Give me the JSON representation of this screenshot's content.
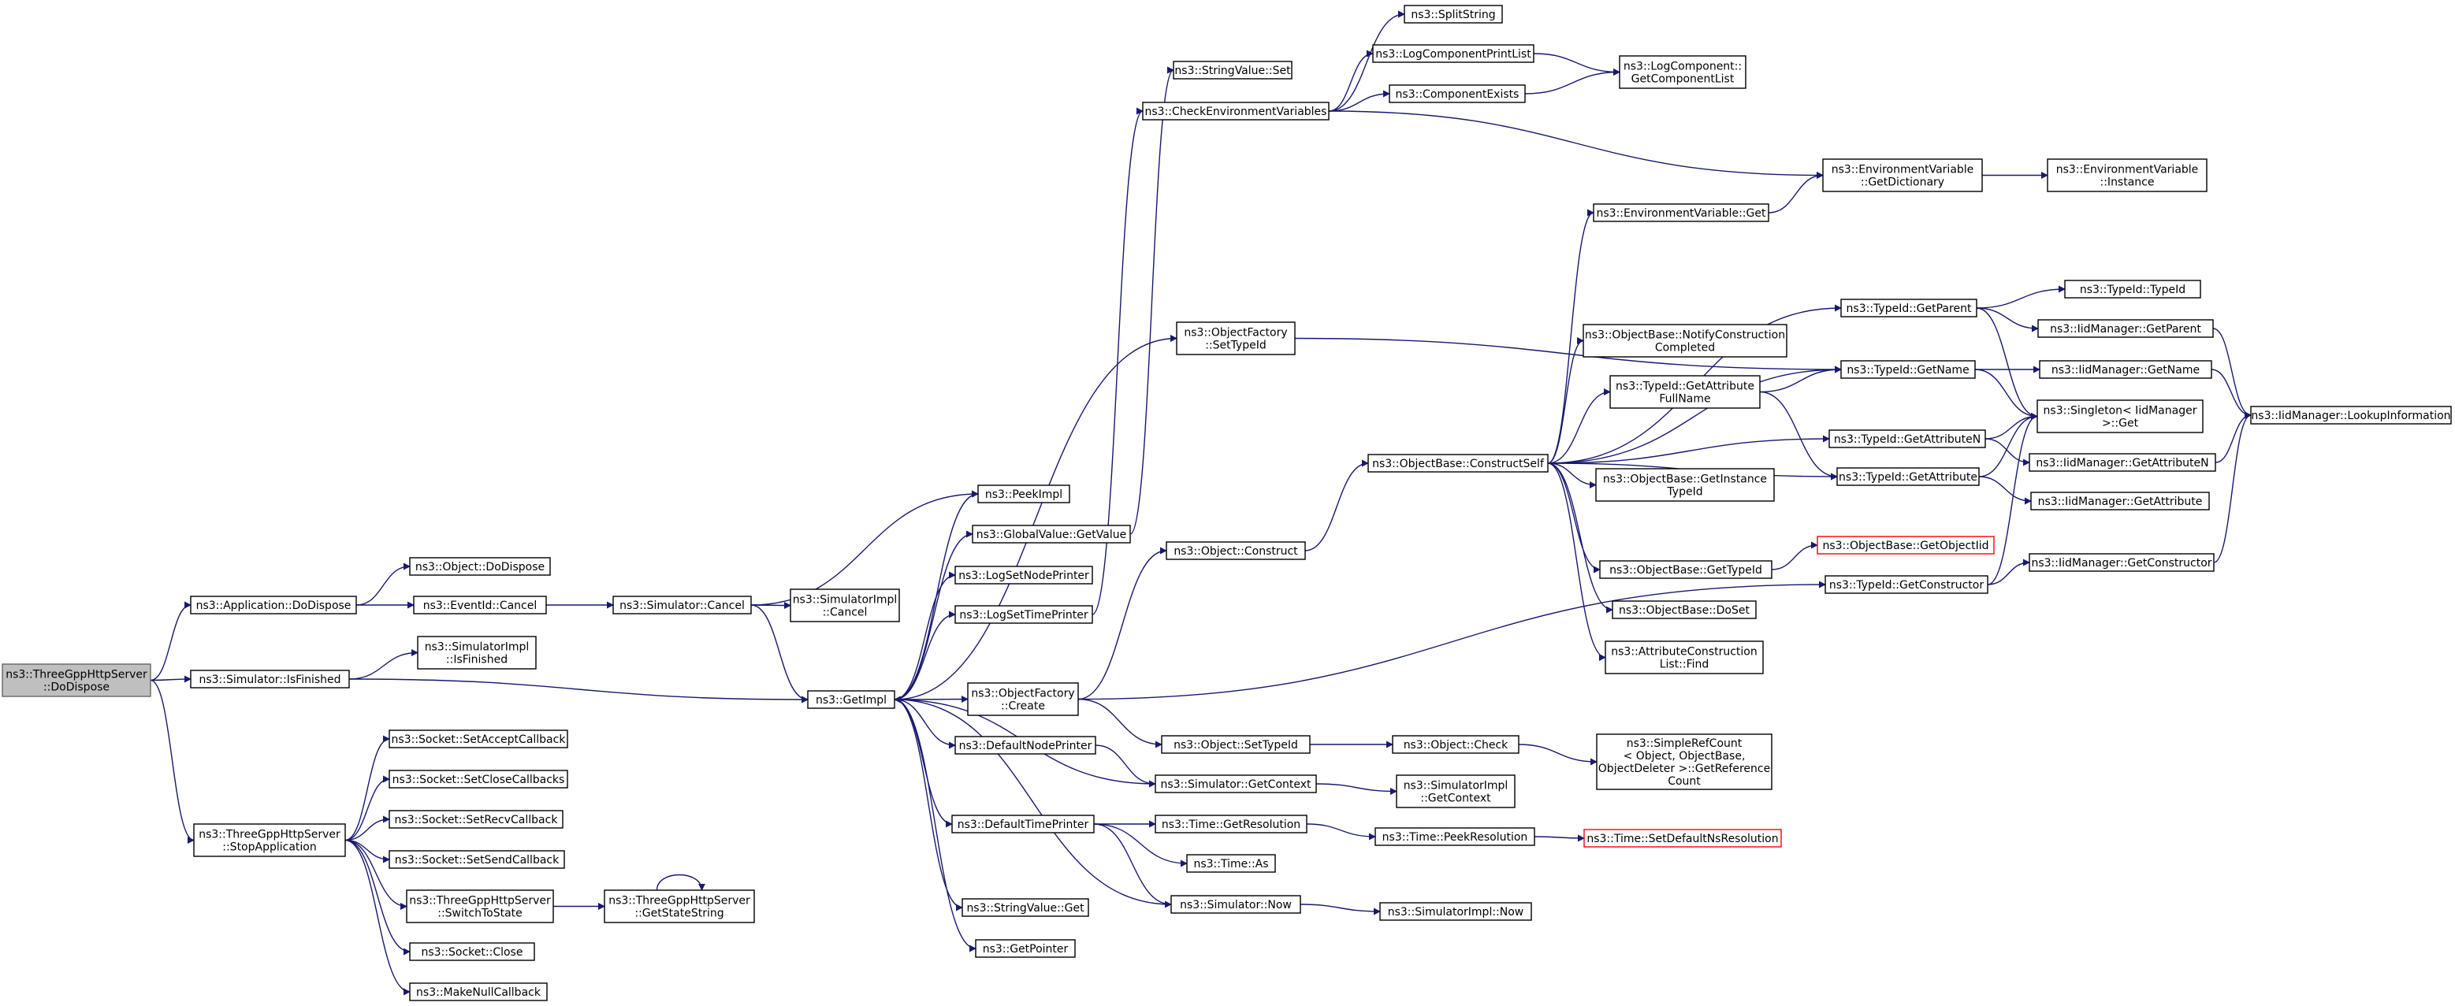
{
  "colors": {
    "edge": "#191970",
    "root_fill": "#bfbfbf",
    "missing_border": "#ff0000"
  },
  "nodes": [
    {
      "id": "root",
      "lines": [
        "ns3::ThreeGppHttpServer",
        "::DoDispose"
      ]
    },
    {
      "id": "appDoDispose",
      "lines": [
        "ns3::Application::DoDispose"
      ]
    },
    {
      "id": "objDoDispose",
      "lines": [
        "ns3::Object::DoDispose"
      ]
    },
    {
      "id": "eventCancel",
      "lines": [
        "ns3::EventId::Cancel"
      ]
    },
    {
      "id": "simCancel",
      "lines": [
        "ns3::Simulator::Cancel"
      ]
    },
    {
      "id": "simImplCancel",
      "lines": [
        "ns3::SimulatorImpl",
        "::Cancel"
      ]
    },
    {
      "id": "simIsFinished",
      "lines": [
        "ns3::Simulator::IsFinished"
      ]
    },
    {
      "id": "simImplIsFinished",
      "lines": [
        "ns3::SimulatorImpl",
        "::IsFinished"
      ]
    },
    {
      "id": "getImpl",
      "lines": [
        "ns3::GetImpl"
      ]
    },
    {
      "id": "stopApp",
      "lines": [
        "ns3::ThreeGppHttpServer",
        "::StopApplication"
      ]
    },
    {
      "id": "sockAccept",
      "lines": [
        "ns3::Socket::SetAcceptCallback"
      ]
    },
    {
      "id": "sockClose",
      "lines": [
        "ns3::Socket::SetCloseCallbacks"
      ]
    },
    {
      "id": "sockRecv",
      "lines": [
        "ns3::Socket::SetRecvCallback"
      ]
    },
    {
      "id": "sockSend",
      "lines": [
        "ns3::Socket::SetSendCallback"
      ]
    },
    {
      "id": "switchState",
      "lines": [
        "ns3::ThreeGppHttpServer",
        "::SwitchToState"
      ]
    },
    {
      "id": "getStateStr",
      "lines": [
        "ns3::ThreeGppHttpServer",
        "::GetStateString"
      ]
    },
    {
      "id": "socketClose",
      "lines": [
        "ns3::Socket::Close"
      ]
    },
    {
      "id": "makeNull",
      "lines": [
        "ns3::MakeNullCallback"
      ]
    },
    {
      "id": "peekImpl",
      "lines": [
        "ns3::PeekImpl"
      ]
    },
    {
      "id": "gvGetValue",
      "lines": [
        "ns3::GlobalValue::GetValue"
      ]
    },
    {
      "id": "logSetNode",
      "lines": [
        "ns3::LogSetNodePrinter"
      ]
    },
    {
      "id": "logSetTime",
      "lines": [
        "ns3::LogSetTimePrinter"
      ]
    },
    {
      "id": "ofCreate",
      "lines": [
        "ns3::ObjectFactory",
        "::Create"
      ]
    },
    {
      "id": "defNodePrinter",
      "lines": [
        "ns3::DefaultNodePrinter"
      ]
    },
    {
      "id": "defTimePrinter",
      "lines": [
        "ns3::DefaultTimePrinter"
      ]
    },
    {
      "id": "svGet",
      "lines": [
        "ns3::StringValue::Get"
      ]
    },
    {
      "id": "getPointer",
      "lines": [
        "ns3::GetPointer"
      ]
    },
    {
      "id": "svSet",
      "lines": [
        "ns3::StringValue::Set"
      ]
    },
    {
      "id": "checkEnv",
      "lines": [
        "ns3::CheckEnvironmentVariables"
      ]
    },
    {
      "id": "ofSetTypeId",
      "lines": [
        "ns3::ObjectFactory",
        "::SetTypeId"
      ]
    },
    {
      "id": "objConstruct",
      "lines": [
        "ns3::Object::Construct"
      ]
    },
    {
      "id": "objSetTypeId",
      "lines": [
        "ns3::Object::SetTypeId"
      ]
    },
    {
      "id": "simGetContext",
      "lines": [
        "ns3::Simulator::GetContext"
      ]
    },
    {
      "id": "timeGetRes",
      "lines": [
        "ns3::Time::GetResolution"
      ]
    },
    {
      "id": "timeAs",
      "lines": [
        "ns3::Time::As"
      ]
    },
    {
      "id": "simNow",
      "lines": [
        "ns3::Simulator::Now"
      ]
    },
    {
      "id": "splitString",
      "lines": [
        "ns3::SplitString"
      ]
    },
    {
      "id": "logCompPrint",
      "lines": [
        "ns3::LogComponentPrintList"
      ]
    },
    {
      "id": "compExists",
      "lines": [
        "ns3::ComponentExists"
      ]
    },
    {
      "id": "getCompList",
      "lines": [
        "ns3::LogComponent::",
        "GetComponentList"
      ]
    },
    {
      "id": "obConstructSelf",
      "lines": [
        "ns3::ObjectBase::ConstructSelf"
      ]
    },
    {
      "id": "envGet",
      "lines": [
        "ns3::EnvironmentVariable::Get"
      ]
    },
    {
      "id": "obNotify",
      "lines": [
        "ns3::ObjectBase::NotifyConstruction",
        "Completed"
      ]
    },
    {
      "id": "tidGetAttrFull",
      "lines": [
        "ns3::TypeId::GetAttribute",
        "FullName"
      ]
    },
    {
      "id": "obGetInstTid",
      "lines": [
        "ns3::ObjectBase::GetInstance",
        "TypeId"
      ]
    },
    {
      "id": "obGetTypeId",
      "lines": [
        "ns3::ObjectBase::GetTypeId"
      ]
    },
    {
      "id": "obDoSet",
      "lines": [
        "ns3::ObjectBase::DoSet"
      ]
    },
    {
      "id": "attrConstrFind",
      "lines": [
        "ns3::AttributeConstruction",
        "List::Find"
      ]
    },
    {
      "id": "objCheck",
      "lines": [
        "ns3::Object::Check"
      ]
    },
    {
      "id": "simImplGetContext",
      "lines": [
        "ns3::SimulatorImpl",
        "::GetContext"
      ]
    },
    {
      "id": "timePeekRes",
      "lines": [
        "ns3::Time::PeekResolution"
      ]
    },
    {
      "id": "simImplNow",
      "lines": [
        "ns3::SimulatorImpl::Now"
      ]
    },
    {
      "id": "envGetDict",
      "lines": [
        "ns3::EnvironmentVariable",
        "::GetDictionary"
      ]
    },
    {
      "id": "envInstance",
      "lines": [
        "ns3::EnvironmentVariable",
        "::Instance"
      ]
    },
    {
      "id": "tidGetParent",
      "lines": [
        "ns3::TypeId::GetParent"
      ]
    },
    {
      "id": "tidGetName",
      "lines": [
        "ns3::TypeId::GetName"
      ]
    },
    {
      "id": "tidGetAttrN",
      "lines": [
        "ns3::TypeId::GetAttributeN"
      ]
    },
    {
      "id": "tidGetAttr",
      "lines": [
        "ns3::TypeId::GetAttribute"
      ]
    },
    {
      "id": "obGetObjectIid",
      "lines": [
        "ns3::ObjectBase::GetObjectIid"
      ],
      "missing": true
    },
    {
      "id": "tidGetConstructor",
      "lines": [
        "ns3::TypeId::GetConstructor"
      ]
    },
    {
      "id": "simpleRefCount",
      "lines": [
        "ns3::SimpleRefCount",
        "< Object, ObjectBase,",
        "ObjectDeleter >::GetReference",
        "Count"
      ]
    },
    {
      "id": "timeSetDefault",
      "lines": [
        "ns3::Time::SetDefaultNsResolution"
      ],
      "missing": true
    },
    {
      "id": "tidTypeId",
      "lines": [
        "ns3::TypeId::TypeId"
      ]
    },
    {
      "id": "iidGetParent",
      "lines": [
        "ns3::IidManager::GetParent"
      ]
    },
    {
      "id": "iidGetName",
      "lines": [
        "ns3::IidManager::GetName"
      ]
    },
    {
      "id": "singletonGet",
      "lines": [
        "ns3::Singleton< IidManager",
        " >::Get"
      ]
    },
    {
      "id": "iidGetAttrN",
      "lines": [
        "ns3::IidManager::GetAttributeN"
      ]
    },
    {
      "id": "iidGetAttr",
      "lines": [
        "ns3::IidManager::GetAttribute"
      ]
    },
    {
      "id": "iidGetConstructor",
      "lines": [
        "ns3::IidManager::GetConstructor"
      ]
    },
    {
      "id": "iidLookup",
      "lines": [
        "ns3::IidManager::LookupInformation"
      ]
    }
  ],
  "edges": [
    [
      "root",
      "appDoDispose"
    ],
    [
      "root",
      "simIsFinished"
    ],
    [
      "root",
      "stopApp"
    ],
    [
      "appDoDispose",
      "objDoDispose"
    ],
    [
      "appDoDispose",
      "eventCancel"
    ],
    [
      "eventCancel",
      "simCancel"
    ],
    [
      "simCancel",
      "simImplCancel"
    ],
    [
      "simCancel",
      "getImpl"
    ],
    [
      "simCancel",
      "peekImpl"
    ],
    [
      "simIsFinished",
      "simImplIsFinished"
    ],
    [
      "simIsFinished",
      "getImpl"
    ],
    [
      "stopApp",
      "sockAccept"
    ],
    [
      "stopApp",
      "sockClose"
    ],
    [
      "stopApp",
      "sockRecv"
    ],
    [
      "stopApp",
      "sockSend"
    ],
    [
      "stopApp",
      "switchState"
    ],
    [
      "stopApp",
      "socketClose"
    ],
    [
      "stopApp",
      "makeNull"
    ],
    [
      "switchState",
      "getStateStr"
    ],
    [
      "getStateStr",
      "getStateStr"
    ],
    [
      "getImpl",
      "peekImpl"
    ],
    [
      "getImpl",
      "gvGetValue"
    ],
    [
      "getImpl",
      "logSetNode"
    ],
    [
      "getImpl",
      "logSetTime"
    ],
    [
      "getImpl",
      "ofCreate"
    ],
    [
      "getImpl",
      "defNodePrinter"
    ],
    [
      "getImpl",
      "defTimePrinter"
    ],
    [
      "getImpl",
      "svGet"
    ],
    [
      "getImpl",
      "getPointer"
    ],
    [
      "getImpl",
      "ofSetTypeId"
    ],
    [
      "gvGetValue",
      "svSet"
    ],
    [
      "logSetTime",
      "checkEnv"
    ],
    [
      "simGetContext",
      "getImpl"
    ],
    [
      "simNow",
      "getImpl"
    ],
    [
      "ofCreate",
      "objConstruct"
    ],
    [
      "ofCreate",
      "objSetTypeId"
    ],
    [
      "ofCreate",
      "tidGetConstructor"
    ],
    [
      "defNodePrinter",
      "simGetContext"
    ],
    [
      "defTimePrinter",
      "timeGetRes"
    ],
    [
      "defTimePrinter",
      "timeAs"
    ],
    [
      "defTimePrinter",
      "simNow"
    ],
    [
      "checkEnv",
      "splitString"
    ],
    [
      "checkEnv",
      "logCompPrint"
    ],
    [
      "checkEnv",
      "compExists"
    ],
    [
      "checkEnv",
      "envGetDict"
    ],
    [
      "logCompPrint",
      "getCompList"
    ],
    [
      "compExists",
      "getCompList"
    ],
    [
      "ofSetTypeId",
      "tidGetName"
    ],
    [
      "objConstruct",
      "obConstructSelf"
    ],
    [
      "objSetTypeId",
      "objCheck"
    ],
    [
      "objCheck",
      "simpleRefCount"
    ],
    [
      "simGetContext",
      "simImplGetContext"
    ],
    [
      "timeGetRes",
      "timePeekRes"
    ],
    [
      "timePeekRes",
      "timeSetDefault"
    ],
    [
      "simNow",
      "simImplNow"
    ],
    [
      "obConstructSelf",
      "envGet"
    ],
    [
      "obConstructSelf",
      "obNotify"
    ],
    [
      "obConstructSelf",
      "tidGetAttrFull"
    ],
    [
      "obConstructSelf",
      "obGetInstTid"
    ],
    [
      "obConstructSelf",
      "obGetTypeId"
    ],
    [
      "obConstructSelf",
      "obDoSet"
    ],
    [
      "obConstructSelf",
      "attrConstrFind"
    ],
    [
      "obConstructSelf",
      "tidGetParent"
    ],
    [
      "obConstructSelf",
      "tidGetName"
    ],
    [
      "obConstructSelf",
      "tidGetAttrN"
    ],
    [
      "obConstructSelf",
      "tidGetAttr"
    ],
    [
      "envGet",
      "envGetDict"
    ],
    [
      "envGetDict",
      "envInstance"
    ],
    [
      "tidGetAttrFull",
      "tidGetName"
    ],
    [
      "tidGetAttrFull",
      "tidGetAttr"
    ],
    [
      "obGetTypeId",
      "obGetObjectIid"
    ],
    [
      "tidGetParent",
      "tidTypeId"
    ],
    [
      "tidGetParent",
      "iidGetParent"
    ],
    [
      "tidGetParent",
      "singletonGet"
    ],
    [
      "tidGetName",
      "iidGetName"
    ],
    [
      "tidGetName",
      "singletonGet"
    ],
    [
      "tidGetAttrN",
      "singletonGet"
    ],
    [
      "tidGetAttrN",
      "iidGetAttrN"
    ],
    [
      "tidGetAttr",
      "singletonGet"
    ],
    [
      "tidGetAttr",
      "iidGetAttr"
    ],
    [
      "tidGetConstructor",
      "singletonGet"
    ],
    [
      "tidGetConstructor",
      "iidGetConstructor"
    ],
    [
      "iidGetParent",
      "iidLookup"
    ],
    [
      "iidGetName",
      "iidLookup"
    ],
    [
      "iidGetAttrN",
      "iidLookup"
    ],
    [
      "iidGetConstructor",
      "iidLookup"
    ]
  ]
}
